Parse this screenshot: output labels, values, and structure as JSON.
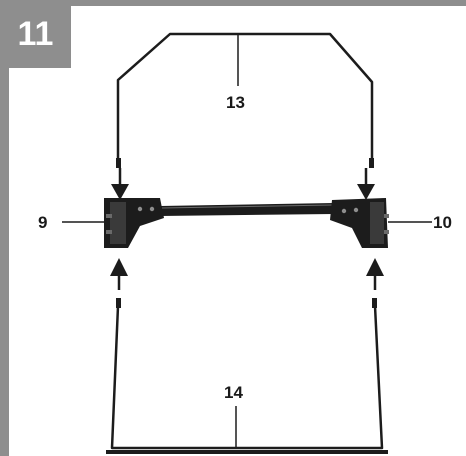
{
  "step": {
    "number": "11"
  },
  "callouts": {
    "upper_handle": "13",
    "lower_handle": "14",
    "left_bracket": "9",
    "right_bracket": "10"
  },
  "colors": {
    "frame_gray": "#8e8e8e",
    "part_dark": "#1c1c1c",
    "bracket_shade": "#3a3a3a"
  }
}
